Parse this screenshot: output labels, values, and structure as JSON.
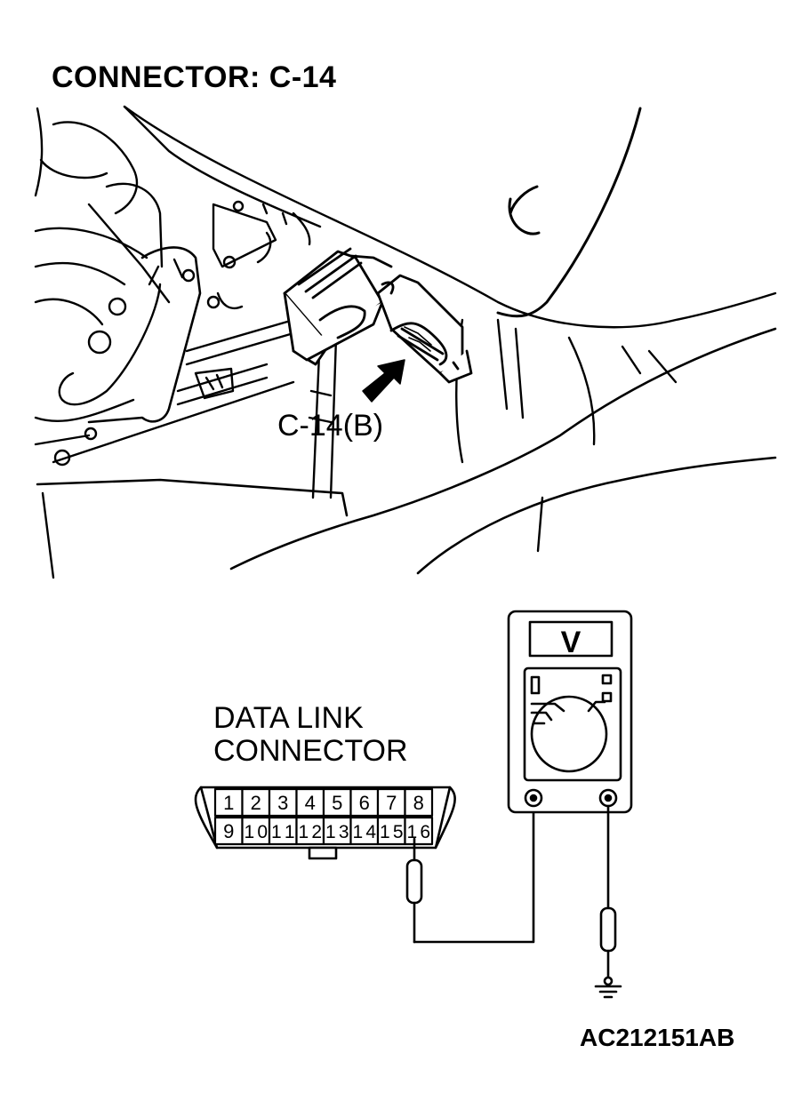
{
  "title": "CONNECTOR: C-14",
  "figure_id": "AC212151AB",
  "callouts": {
    "connector_label": "C-14(B)",
    "dlc_label_line1": "DATA LINK",
    "dlc_label_line2": "CONNECTOR"
  },
  "data_link_connector": {
    "pins_top": [
      "1",
      "2",
      "3",
      "4",
      "5",
      "6",
      "7",
      "8"
    ],
    "pins_bottom": [
      "9",
      "10",
      "11",
      "12",
      "13",
      "14",
      "15",
      "16"
    ],
    "probe_pin": "16"
  },
  "voltmeter": {
    "display": "V"
  },
  "colors": {
    "ink": "#000000",
    "paper": "#ffffff"
  }
}
